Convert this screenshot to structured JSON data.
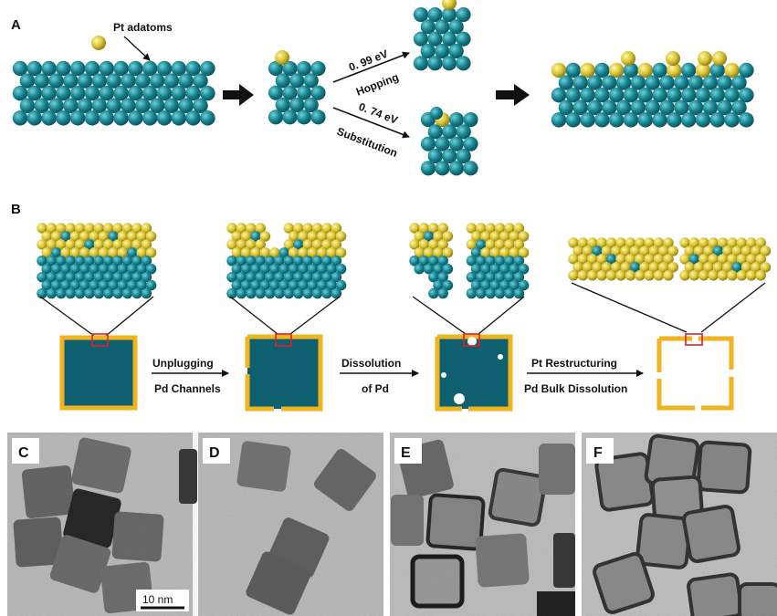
{
  "panels": {
    "a": {
      "letter": "A",
      "adatom_label": "Pt adatoms",
      "hopping_energy": "0. 99 eV",
      "hopping_label": "Hopping",
      "substitution_energy": "0. 74 eV",
      "substitution_label": "Substitution"
    },
    "b": {
      "letter": "B",
      "step1_line1": "Unplugging",
      "step1_line2": "Pd Channels",
      "step2_line1": "Dissolution",
      "step2_line2": "of Pd",
      "step3_line1": "Pt Restructuring",
      "step3_line2": "Pd Bulk Dissolution"
    },
    "tem": {
      "c": "C",
      "d": "D",
      "e": "E",
      "f": "F",
      "scale_bar": "10 nm"
    }
  },
  "colors": {
    "pd_atom": "#16838f",
    "pt_atom": "#d9c431",
    "cube_fill": "#0e6070",
    "shell": "#f2b320",
    "highlight": "#e0202a"
  }
}
